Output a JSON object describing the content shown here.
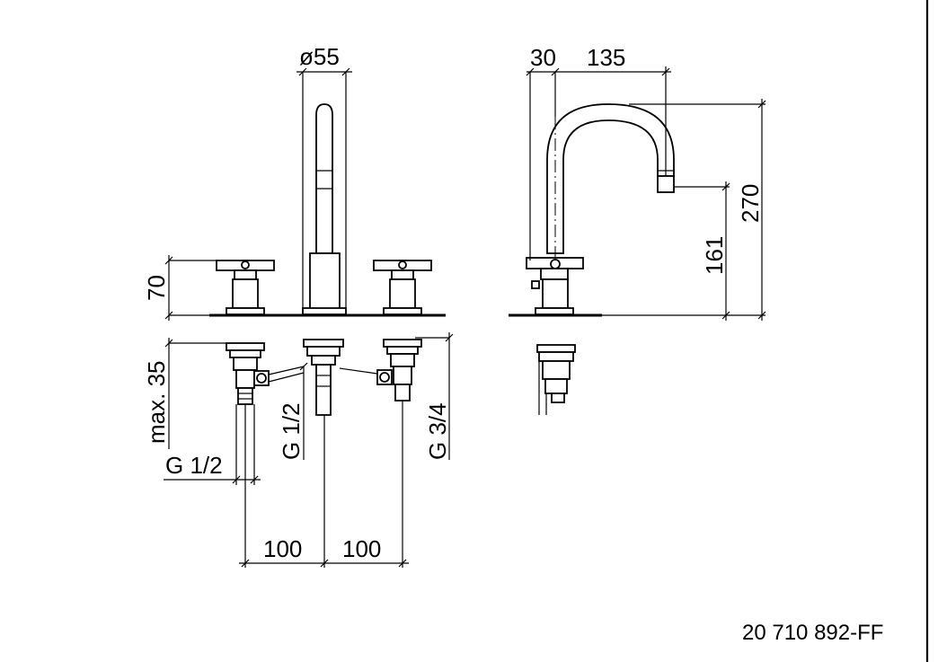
{
  "dimensions": {
    "spout_diameter": "ø55",
    "handle_height": "70",
    "max_deck_thickness": "max. 35",
    "inlet_thread": "G 1/2",
    "outlet_thread": "G 1/2",
    "hose_thread": "G 3/4",
    "spacing_left": "100",
    "spacing_right": "100",
    "spout_offset": "30",
    "spout_reach": "135",
    "spout_outlet_height": "161",
    "total_height": "270"
  },
  "product_code": "20 710 892-FF"
}
